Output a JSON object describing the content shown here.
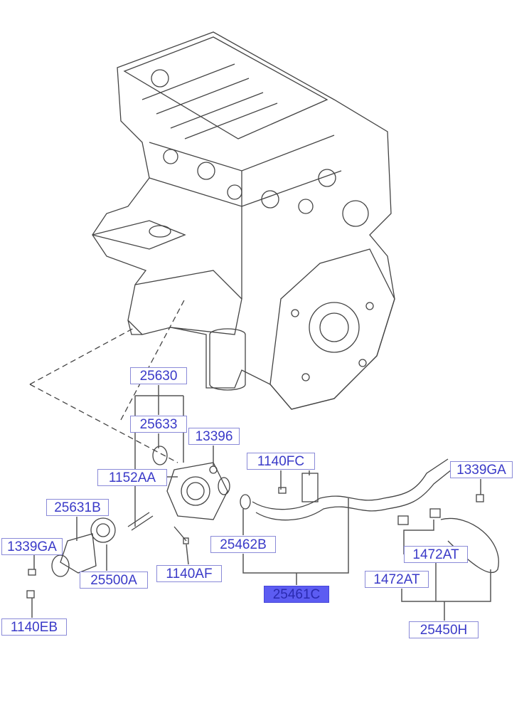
{
  "diagram": {
    "type": "exploded parts diagram",
    "highlight_color": "#5c5cf2",
    "label_color": "#3a3ac8",
    "part_labels": [
      {
        "id": "25630",
        "highlighted": false
      },
      {
        "id": "25633",
        "highlighted": false
      },
      {
        "id": "13396",
        "highlighted": false
      },
      {
        "id": "1140FC",
        "highlighted": false
      },
      {
        "id": "1339GA",
        "highlighted": false
      },
      {
        "id": "1152AA",
        "highlighted": false
      },
      {
        "id": "25631B",
        "highlighted": false
      },
      {
        "id": "1339GA",
        "highlighted": false
      },
      {
        "id": "25500A",
        "highlighted": false
      },
      {
        "id": "1140AF",
        "highlighted": false
      },
      {
        "id": "25462B",
        "highlighted": false
      },
      {
        "id": "25461C",
        "highlighted": true
      },
      {
        "id": "1472AT",
        "highlighted": false
      },
      {
        "id": "1472AT",
        "highlighted": false
      },
      {
        "id": "25450H",
        "highlighted": false
      },
      {
        "id": "1140EB",
        "highlighted": false
      }
    ]
  }
}
